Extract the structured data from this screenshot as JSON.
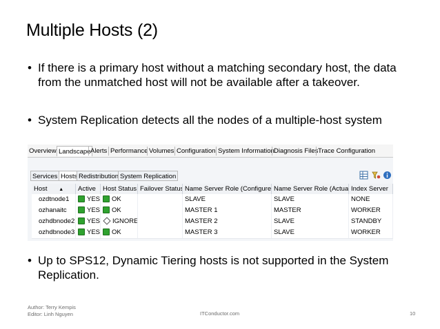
{
  "slide": {
    "title": "Multiple Hosts (2)",
    "bullets": [
      "If there is a primary host without a matching secondary host, the data from the unmatched host will not be available after a takeover.",
      "System Replication detects all the nodes of a multiple-host system",
      "Up to SPS12, Dynamic Tiering hosts is not supported in the System Replication."
    ],
    "bullet_glyph": "•"
  },
  "screenshot": {
    "main_tabs": [
      "Overview",
      "Landscape",
      "Alerts",
      "Performance",
      "Volumes",
      "Configuration",
      "System Information",
      "Diagnosis Files",
      "Trace Configuration"
    ],
    "sub_tabs": [
      "Services",
      "Hosts",
      "Redistribution",
      "System Replication"
    ],
    "toolbar_icons": [
      "table-settings-icon",
      "filter-icon",
      "info-icon"
    ],
    "columns": [
      "Host",
      "Active",
      "Host Status",
      "Failover Status",
      "Name Server Role (Configured)",
      "Name Server Role (Actual)",
      "Index Server"
    ],
    "sort_glyph": "▲",
    "rows": [
      {
        "host": "ozdtnode1",
        "active": "YES",
        "status": "OK",
        "status_icon": "green",
        "failover": "",
        "ns_configured": "SLAVE",
        "ns_actual": "SLAVE",
        "index": "NONE"
      },
      {
        "host": "ozhanaitc",
        "active": "YES",
        "status": "OK",
        "status_icon": "green",
        "failover": "",
        "ns_configured": "MASTER 1",
        "ns_actual": "MASTER",
        "index": "WORKER"
      },
      {
        "host": "ozhdbnode2",
        "active": "YES",
        "status": "IGNORE",
        "status_icon": "diamond",
        "failover": "",
        "ns_configured": "MASTER 2",
        "ns_actual": "SLAVE",
        "index": "STANDBY"
      },
      {
        "host": "ozhdbnode3",
        "active": "YES",
        "status": "OK",
        "status_icon": "green",
        "failover": "",
        "ns_configured": "MASTER 3",
        "ns_actual": "SLAVE",
        "index": "WORKER"
      }
    ]
  },
  "footer": {
    "author": "Author: Terry Kempis",
    "editor": "Editor: Linh Nguyen",
    "site": "ITConductor.com",
    "page": "10"
  }
}
